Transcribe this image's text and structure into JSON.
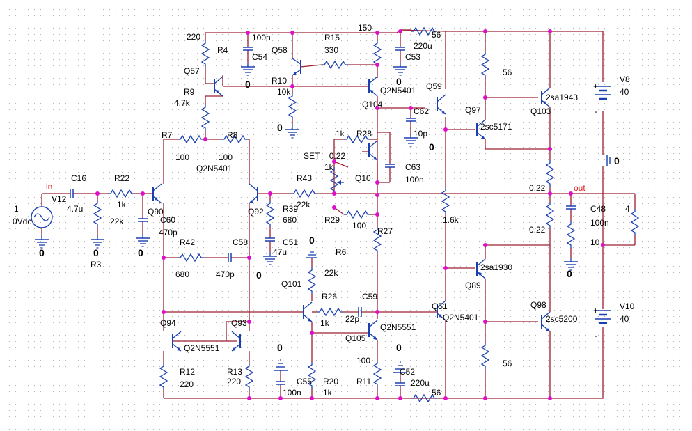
{
  "schematic": {
    "resistors": [
      "R4",
      "R15",
      "R9",
      "R10",
      "R7",
      "R8",
      "R22",
      "R3",
      "R28",
      "R43",
      "R39",
      "R29",
      "R27",
      "R42",
      "R6",
      "R26",
      "R12",
      "R13",
      "R20",
      "R11"
    ],
    "resistor_values": {
      "r4": "220",
      "r15": "330",
      "r9": "4.7k",
      "r10": "10k",
      "r7": "100",
      "r8": "100",
      "r22": "1k",
      "r3": "22k",
      "r28": "1k",
      "r43": "22k",
      "r39": "680",
      "r29": "100",
      "r42": "680",
      "r6": "22k",
      "r26": "1k",
      "r12": "220",
      "r13": "220",
      "r20": "1k",
      "r11": "100",
      "r1k": "1k",
      "r150": "150",
      "r56a": "56",
      "r56b": "56",
      "r56c": "56",
      "r56d": "56",
      "r022a": "0.22",
      "r022b": "0.22",
      "r16k": "1.6k",
      "r4ohm": "4",
      "r10ohm": "10"
    },
    "capacitors": {
      "c54": "C54",
      "c54v": "100n",
      "c53": "C53",
      "c53v": "220u",
      "c16": "C16",
      "c16v": "4.7u",
      "c60": "C60",
      "c60v": "470p",
      "c58": "C58",
      "c58v": "470p",
      "c51": "C51",
      "c51v": "47u",
      "c62": "C62",
      "c62v": "10p",
      "c63": "C63",
      "c63v": "100n",
      "c59": "C59",
      "c59v": "22p",
      "c55": "C55",
      "c55v": "100n",
      "c52": "C52",
      "c52v": "220u",
      "c48": "C48",
      "c48v": "100n"
    },
    "transistors": {
      "q57": "Q57",
      "q58": "Q58",
      "q59": "Q59",
      "q97": "Q97",
      "q103": "Q103",
      "q104": "Q104",
      "q10": "Q10",
      "q90": "Q90",
      "q92": "Q92",
      "q101": "Q101",
      "q105": "Q105",
      "q51": "Q51",
      "q89": "Q89",
      "q98": "Q98",
      "q94": "Q94",
      "q93": "Q93"
    },
    "models": {
      "q2n5401a": "Q2N5401",
      "q2n5401b": "Q2N5401",
      "q2n5401c": "Q2N5401",
      "q2n5551a": "Q2N5551",
      "q2n5551b": "Q2N5551",
      "sa1943": "2sa1943",
      "sc5171": "2sc5171",
      "sa1930": "2sa1930",
      "sc5200": "2sc5200"
    },
    "sources": {
      "v12": "V12",
      "v12_amp": "1",
      "v12_dc": "0Vdc",
      "v8": "V8",
      "v8v": "40",
      "v10": "V10",
      "v10v": "40"
    },
    "misc": {
      "set": "SET = 0.22",
      "net_in": "in",
      "net_out": "out",
      "ground": "0",
      "plus": "+",
      "minus": "-"
    }
  },
  "colors": {
    "wire": "#9c2030",
    "component": "#1a3fb0",
    "node": "#e00ec8",
    "net_label": "#e01e1e",
    "dots": "#b8b8b8"
  }
}
